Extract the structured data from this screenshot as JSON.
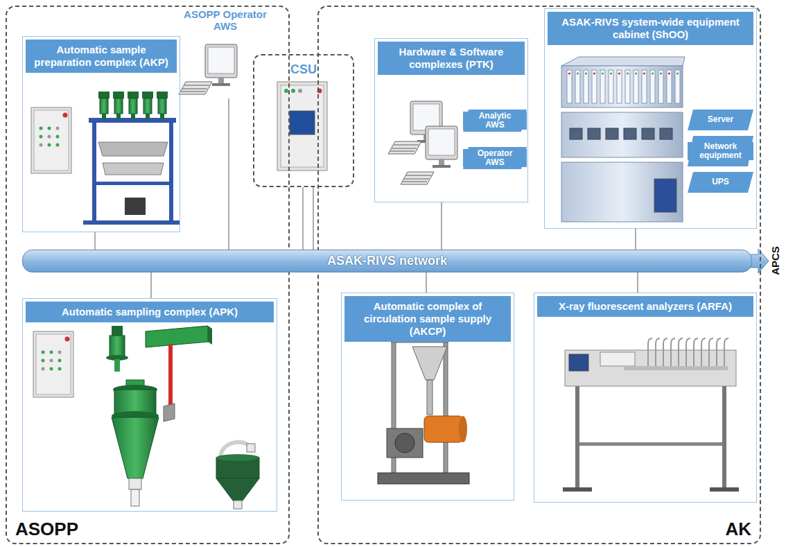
{
  "diagram": {
    "nodes": [
      {
        "text": [
          "ASOPP"
        ]
      },
      {
        "text": [
          "Automatic sample preparation complex (AKP)"
        ],
        "in": 0
      },
      {
        "text": [
          "ASOPP Operator AWS"
        ],
        "in": 0
      },
      {
        "text": [
          "Automatic sampling complex (APK)"
        ],
        "in": 0
      },
      {
        "text": [
          "CSU"
        ]
      },
      {
        "text": [
          "AK"
        ]
      },
      {
        "text": [
          "Hardware & Software complexes (PTK)"
        ],
        "in": 5
      },
      {
        "text": [
          "Analytic AWS"
        ],
        "in": 6
      },
      {
        "text": [
          "Operator AWS"
        ],
        "in": 6
      },
      {
        "text": [
          "ASAK-RIVS system-wide equipment cabinet (ShOO)"
        ],
        "in": 5
      },
      {
        "text": [
          "Server"
        ],
        "in": 9
      },
      {
        "text": [
          "Network equipment"
        ],
        "in": 9
      },
      {
        "text": [
          "UPS"
        ],
        "in": 9
      },
      {
        "text": [
          "Automatic complex of circulation sample supply (AKCP)"
        ],
        "in": 5
      },
      {
        "text": [
          "X-ray fluorescent analyzers (ARFA)"
        ],
        "in": 5
      },
      {
        "text": [
          "ASAK-RIVS network"
        ]
      }
    ],
    "edges": [
      {
        "from": 1,
        "to": 15,
        "arrow": "none"
      },
      {
        "from": 2,
        "to": 15,
        "arrow": "none"
      },
      {
        "from": 3,
        "to": 15,
        "arrow": "none"
      },
      {
        "from": 4,
        "to": 15,
        "arrow": "none"
      },
      {
        "from": 6,
        "to": 15,
        "arrow": "none"
      },
      {
        "from": 9,
        "to": 15,
        "arrow": "none"
      },
      {
        "from": 13,
        "to": 15,
        "arrow": "none"
      },
      {
        "from": 14,
        "to": 15,
        "arrow": "none"
      }
    ],
    "labels": [
      "APCS"
    ]
  }
}
